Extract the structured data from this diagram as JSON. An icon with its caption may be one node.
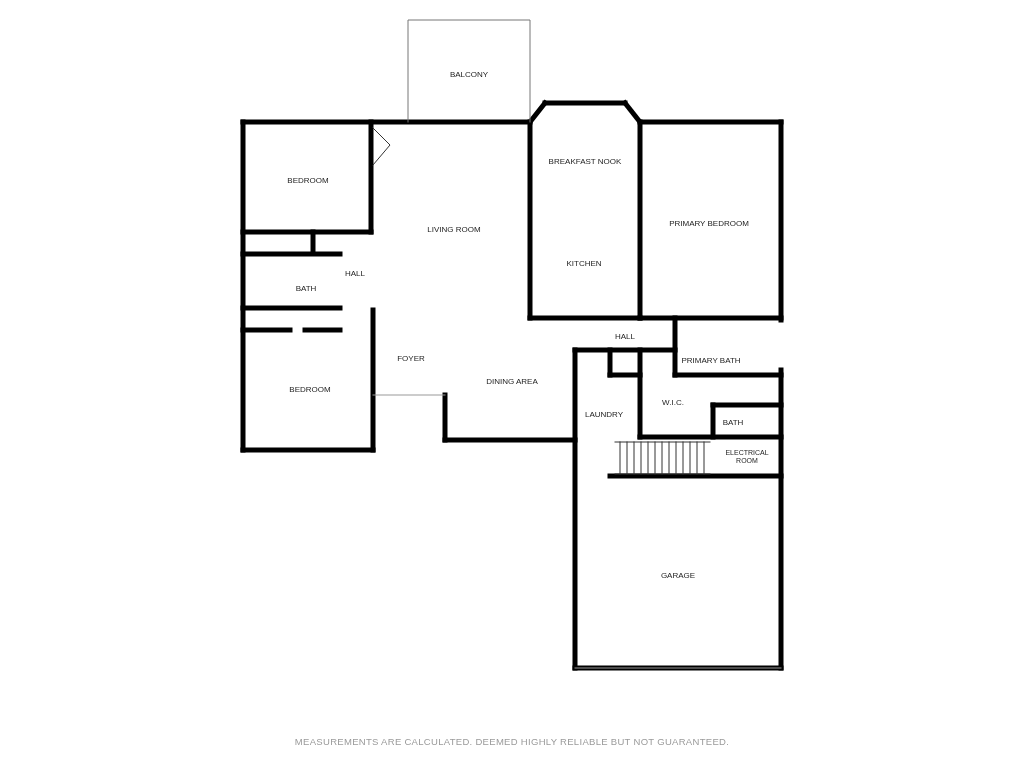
{
  "diagram": {
    "caption": "MEASUREMENTS ARE CALCULATED. DEEMED HIGHLY RELIABLE BUT NOT GUARANTEED.",
    "labels": [
      "BALCONY",
      "BREAKFAST NOOK",
      "BEDROOM",
      "PRIMARY BEDROOM",
      "LIVING ROOM",
      "KITCHEN",
      "HALL",
      "BATH",
      "HALL",
      "PRIMARY BATH",
      "FOYER",
      "DINING AREA",
      "W.I.C.",
      "LAUNDRY",
      "BATH",
      "ELECTRICAL ROOM",
      "BEDROOM",
      "GARAGE"
    ]
  }
}
